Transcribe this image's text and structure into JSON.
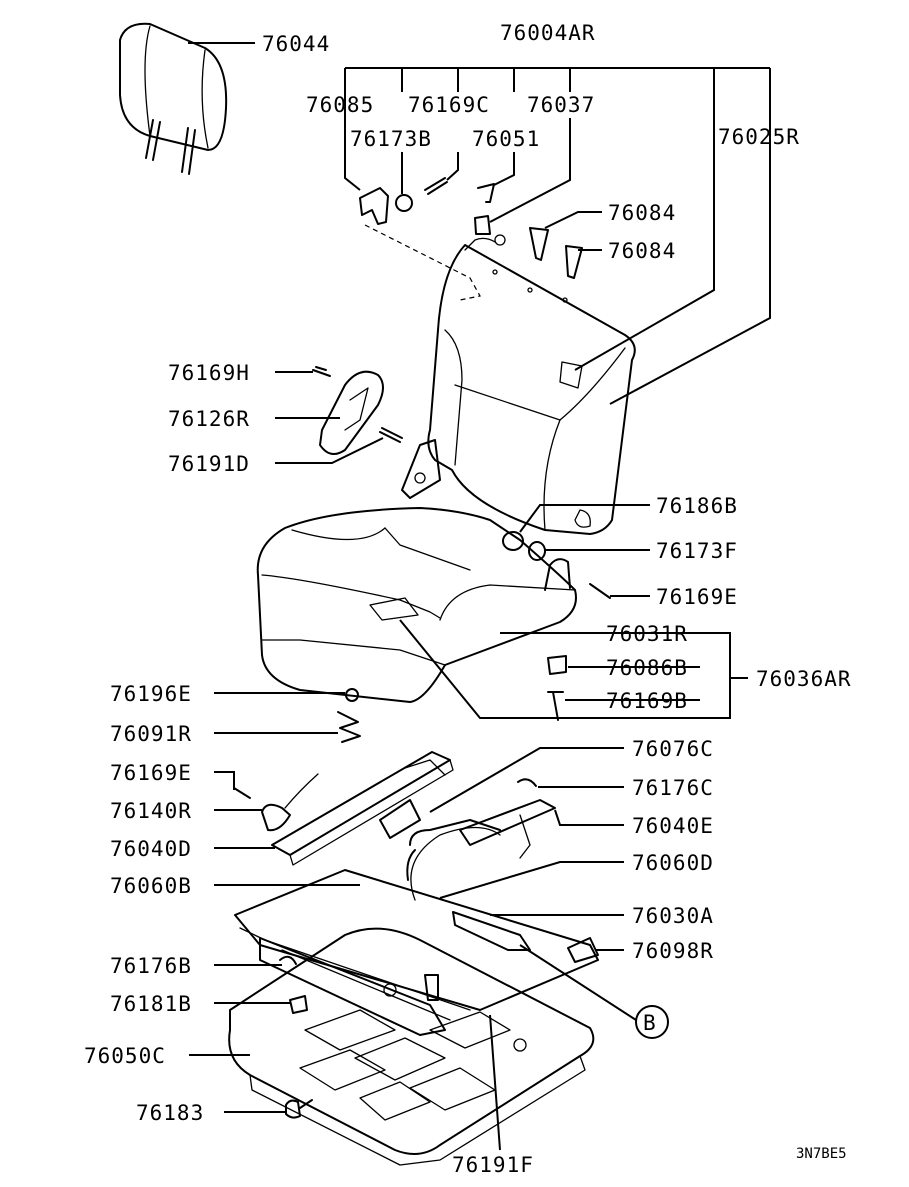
{
  "diagram": {
    "code": "3N7BE5",
    "callout": "B",
    "labels": {
      "p76044": "76044",
      "p76004AR": "76004AR",
      "p76085": "76085",
      "p76169C": "76169C",
      "p76037": "76037",
      "p76173B": "76173B",
      "p76051": "76051",
      "p76025R": "76025R",
      "p76084a": "76084",
      "p76084b": "76084",
      "p76169H": "76169H",
      "p76126R": "76126R",
      "p76191D": "76191D",
      "p76186B": "76186B",
      "p76173F": "76173F",
      "p76169E_r": "76169E",
      "p76031R": "76031R",
      "p76086B": "76086B",
      "p76036AR": "76036AR",
      "p76169B": "76169B",
      "p76196E": "76196E",
      "p76091R": "76091R",
      "p76076C": "76076C",
      "p76169E_l": "76169E",
      "p76176C": "76176C",
      "p76140R": "76140R",
      "p76040E": "76040E",
      "p76040D": "76040D",
      "p76060D": "76060D",
      "p76060B": "76060B",
      "p76030A": "76030A",
      "p76098R": "76098R",
      "p76176B": "76176B",
      "p76181B": "76181B",
      "p76050C": "76050C",
      "p76183": "76183",
      "p76191F": "76191F"
    }
  }
}
